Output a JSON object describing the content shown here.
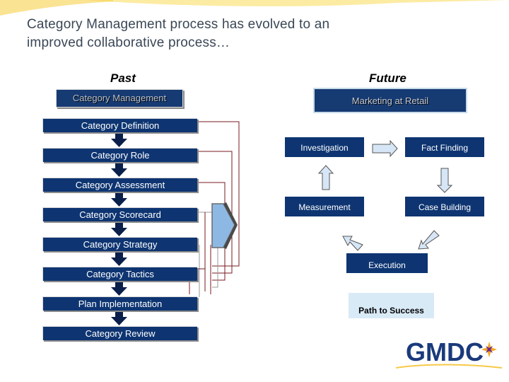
{
  "title": {
    "line1": "Category Management process has evolved to an",
    "line2": "improved collaborative process…"
  },
  "columns": {
    "past": "Past",
    "future": "Future"
  },
  "past": {
    "header": "Category Management",
    "steps": [
      "Category Definition",
      "Category Role",
      "Category Assessment",
      "Category Scorecard",
      "Category Strategy",
      "Category Tactics",
      "Plan Implementation",
      "Category Review"
    ]
  },
  "future": {
    "header": "Marketing at Retail",
    "cycle": {
      "investigation": "Investigation",
      "fact_finding": "Fact Finding",
      "case_building": "Case Building",
      "execution": "Execution",
      "measurement": "Measurement"
    },
    "path": "Path to Success"
  },
  "logo": {
    "text": "GMDC"
  },
  "colors": {
    "box_navy": "#0e3572",
    "title_gray": "#3a4756",
    "path_box": "#d9eaf7",
    "arrow_fill": "#d6e6f6",
    "logo_blue": "#1a3a7c",
    "logo_star": "#f5a623",
    "swoosh": "#f9d24a"
  }
}
